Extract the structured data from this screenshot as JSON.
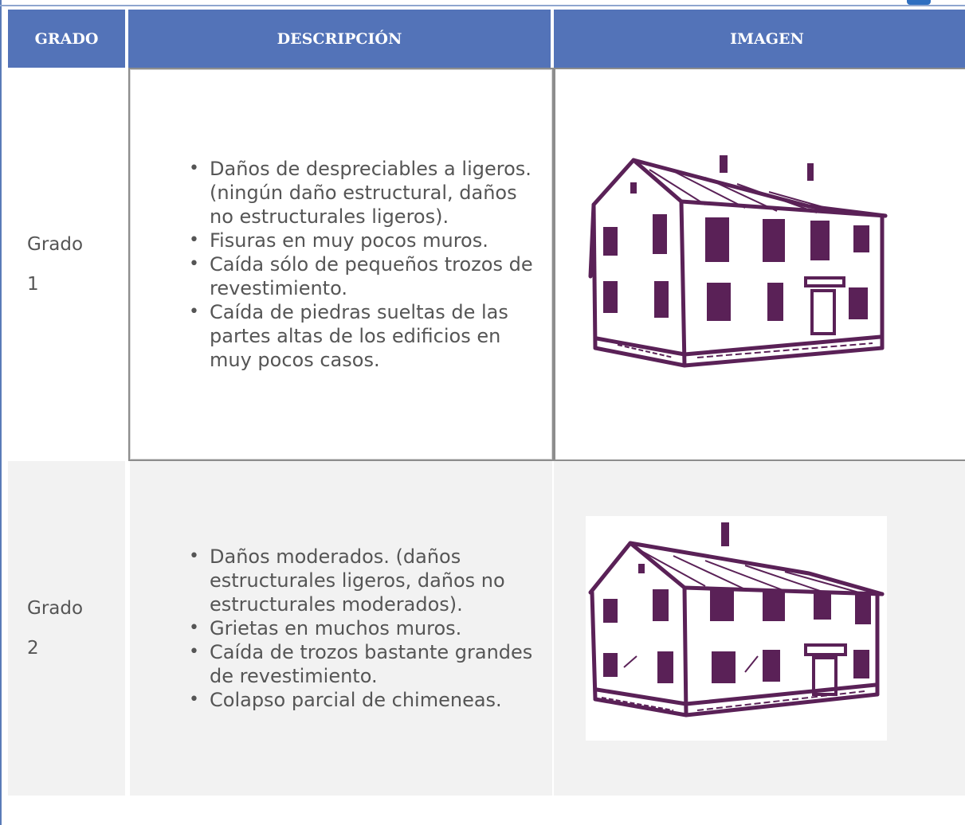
{
  "table": {
    "headers": {
      "grade": "GRADO",
      "description": "DESCRIPCIÓN",
      "image": "IMAGEN"
    },
    "rows": [
      {
        "grade_word": "Grado",
        "grade_number": "1",
        "bullets": [
          "Daños de despreciables a ligeros. (ningún daño estructural, daños no estructurales ligeros).",
          "Fisuras en muy pocos muros.",
          "Caída sólo de pequeños trozos de revestimiento.",
          "Caída de piedras sueltas de las partes altas de los edificios en muy pocos casos."
        ],
        "image_icon": "house-drawing-icon"
      },
      {
        "grade_word": "Grado",
        "grade_number": "2",
        "bullets": [
          "Daños moderados. (daños estructurales ligeros, daños no estructurales moderados).",
          "Grietas en muchos muros.",
          "Caída de trozos bastante grandes de revestimiento.",
          "Colapso parcial de chimeneas."
        ],
        "image_icon": "house-drawing-icon"
      }
    ]
  },
  "colors": {
    "header_bg": "#5373b8",
    "header_text": "#ffffff",
    "drawing_ink": "#5a2157",
    "row_alt_bg": "#f2f2f2"
  }
}
